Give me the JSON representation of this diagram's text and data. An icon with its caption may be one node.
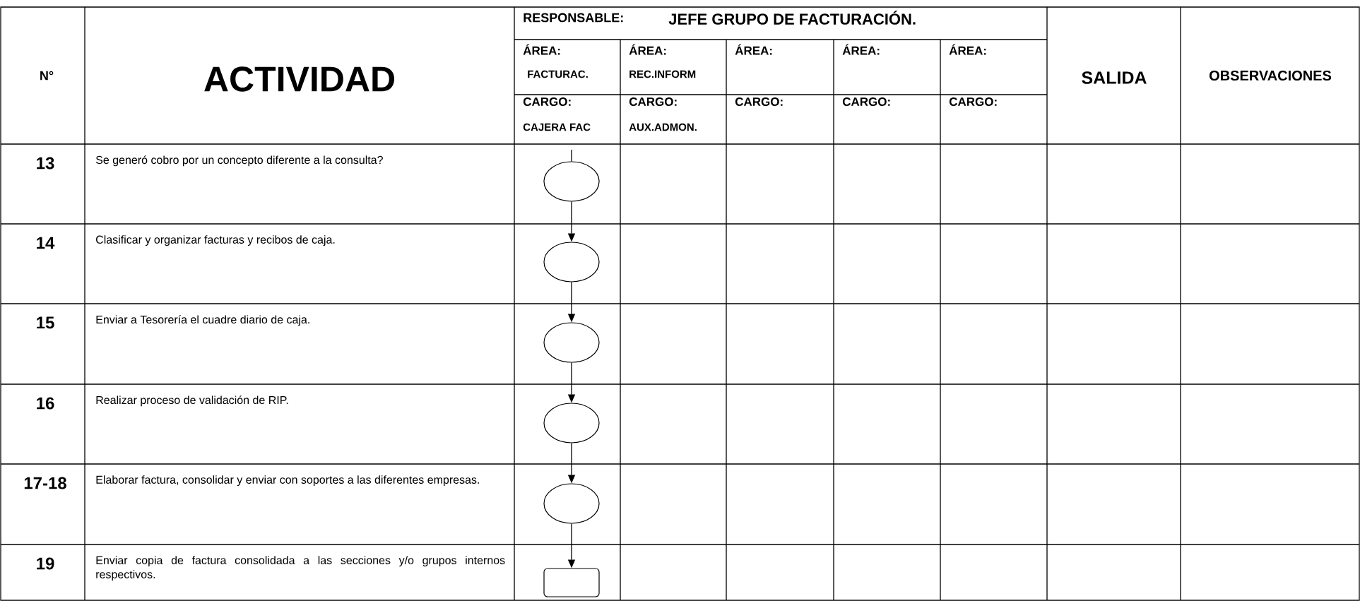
{
  "diagram": {
    "nodes": [
      {
        "text": [],
        "shape": "circle"
      },
      {
        "text": [],
        "shape": "circle"
      },
      {
        "text": [],
        "shape": "circle"
      },
      {
        "text": [],
        "shape": "circle"
      },
      {
        "text": [],
        "shape": "circle"
      },
      {
        "text": [],
        "shape": "box"
      }
    ],
    "edges": [
      {
        "from": null,
        "to": 0,
        "arrow": "none"
      },
      {
        "from": 0,
        "to": 1,
        "arrow": "to"
      },
      {
        "from": 1,
        "to": 2,
        "arrow": "to"
      },
      {
        "from": 2,
        "to": 3,
        "arrow": "to"
      },
      {
        "from": 3,
        "to": 4,
        "arrow": "to"
      },
      {
        "from": 4,
        "to": 5,
        "arrow": "to"
      }
    ],
    "labels": [
      "N°",
      "ACTIVIDAD",
      "RESPONSABLE:",
      "JEFE GRUPO DE FACTURACIÓN.",
      "SALIDA",
      "OBSERVACIONES",
      "ÁREA:",
      "FACTURAC.",
      "ÁREA:",
      "REC.INFORM",
      "ÁREA:",
      "ÁREA:",
      "ÁREA:",
      "CARGO:",
      "CAJERA FAC",
      "CARGO:",
      "AUX.ADMON.",
      "CARGO:",
      "CARGO:",
      "CARGO:",
      "13",
      "Se generó cobro por un concepto diferente a la consulta?",
      "14",
      "Clasificar y organizar facturas y recibos de caja.",
      "15",
      "Enviar a Tesorería el cuadre diario de caja.",
      "16",
      "Realizar proceso de validación de RIP.",
      "17-18",
      "Elaborar factura, consolidar y enviar con soportes a las diferentes empresas.",
      "19",
      "Enviar copia de factura consolidada a las secciones y/o grupos internos respectivos."
    ]
  }
}
